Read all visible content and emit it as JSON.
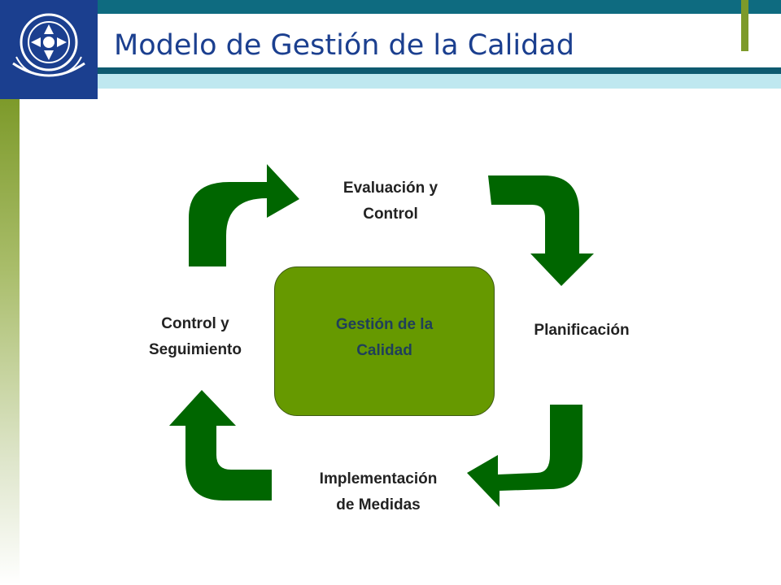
{
  "slide": {
    "title": "Modelo de Gestión de la Calidad"
  },
  "logo": {
    "name": "university-seal"
  },
  "diagram": {
    "center": {
      "line1": "Gestión de la",
      "line2": "Calidad"
    },
    "steps": {
      "top": {
        "line1": "Evaluación y",
        "line2": "Control"
      },
      "right": {
        "line1": "Planificación"
      },
      "bottom": {
        "line1": "Implementación",
        "line2": "de Medidas"
      },
      "left": {
        "line1": "Control y",
        "line2": "Seguimiento"
      }
    },
    "colors": {
      "arrows": "#006600",
      "center_fill": "#669900",
      "title_blue": "#1b3f8f"
    }
  }
}
